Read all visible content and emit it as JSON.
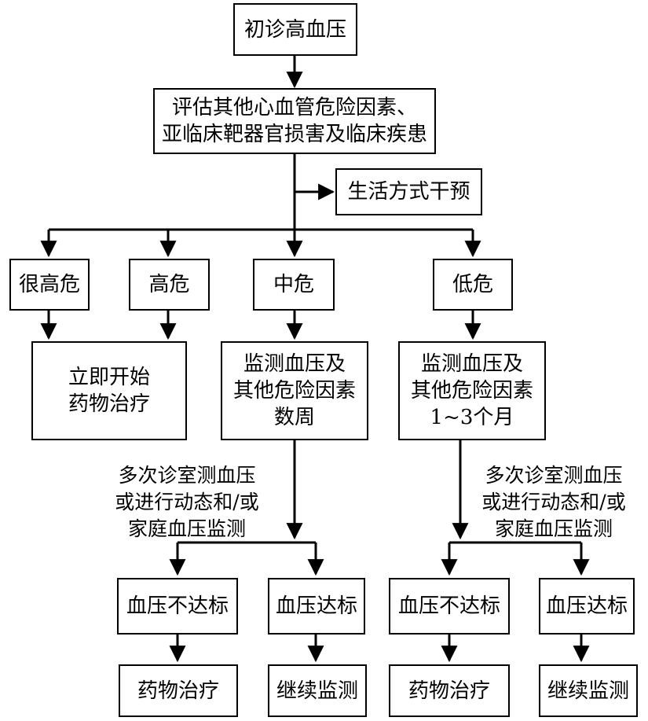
{
  "nodes": {
    "initial_diagnosis": "初诊高血压",
    "assess": "评估其他心血管危险因素、\n亚临床靶器官损害及临床疾患",
    "lifestyle": "生活方式干预",
    "very_high_risk": "很高危",
    "high_risk": "高危",
    "medium_risk": "中危",
    "low_risk": "低危",
    "immediate_treatment": "立即开始\n药物治疗",
    "monitor_weeks": "监测血压及\n其他危险因素\n数周",
    "monitor_months": "监测血压及\n其他危险因素\n1~3个月",
    "mid_not_controlled": "血压不达标",
    "mid_controlled": "血压达标",
    "low_not_controlled": "血压不达标",
    "low_controlled": "血压达标",
    "mid_drug": "药物治疗",
    "mid_continue": "继续监测",
    "low_drug": "药物治疗",
    "low_continue": "继续监测"
  },
  "notes": {
    "mid_method": "多次诊室测血压\n或进行动态和/或\n家庭血压监测",
    "low_method": "多次诊室测血压\n或进行动态和/或\n家庭血压监测"
  }
}
